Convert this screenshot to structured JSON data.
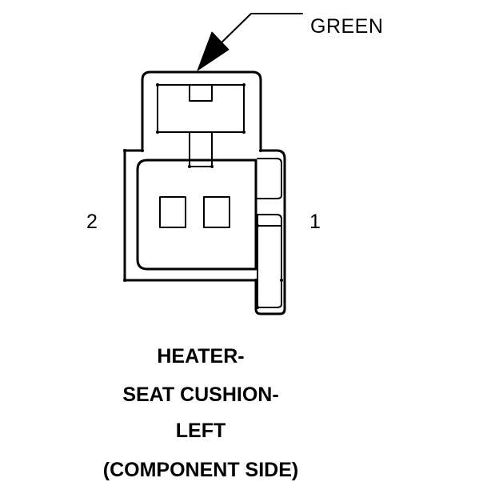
{
  "wire_color": "GREEN",
  "pins": {
    "left": "2",
    "right": "1"
  },
  "caption": {
    "line1": "HEATER-",
    "line2": "SEAT CUSHION-",
    "line3": "LEFT",
    "line4": "(COMPONENT SIDE)"
  },
  "colors": {
    "line": "#000000",
    "background": "#ffffff"
  }
}
